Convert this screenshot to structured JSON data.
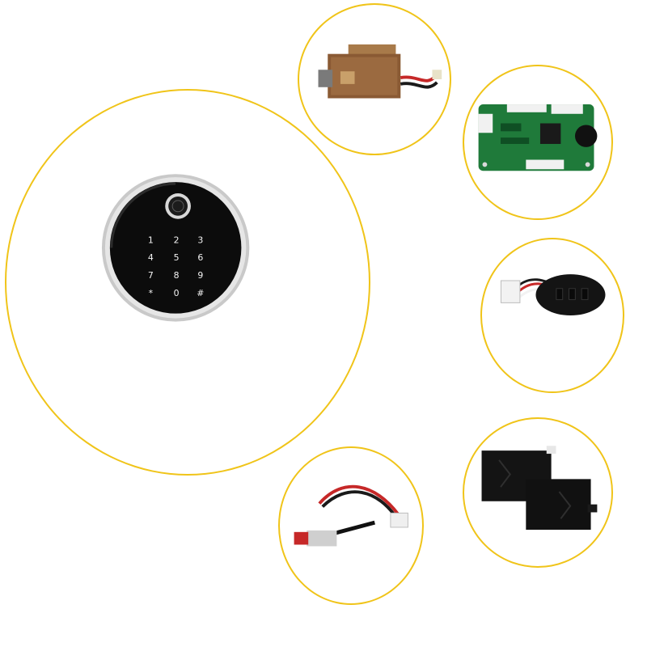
{
  "colors": {
    "circle_border": "#f0c419",
    "lock_face": "#0c0c0c",
    "lock_bezel": "#c9c9c9",
    "solenoid_metal": "#8a5a34",
    "pcb_green": "#1f7a3a",
    "wire_red": "#c62828",
    "wire_black": "#1a1a1a",
    "box_black": "#141414"
  },
  "icons": {
    "main": "fingerprint-keypad-lock",
    "top": "solenoid-lock-bolt",
    "upper_right": "control-circuit-board",
    "middle_right": "power-socket-with-wires",
    "bottom_center": "red-push-button-with-cable",
    "bottom_right": "black-battery-boxes"
  },
  "lock": {
    "keys": [
      "1",
      "2",
      "3",
      "4",
      "5",
      "6",
      "7",
      "8",
      "9",
      "*",
      "0",
      "#"
    ]
  }
}
